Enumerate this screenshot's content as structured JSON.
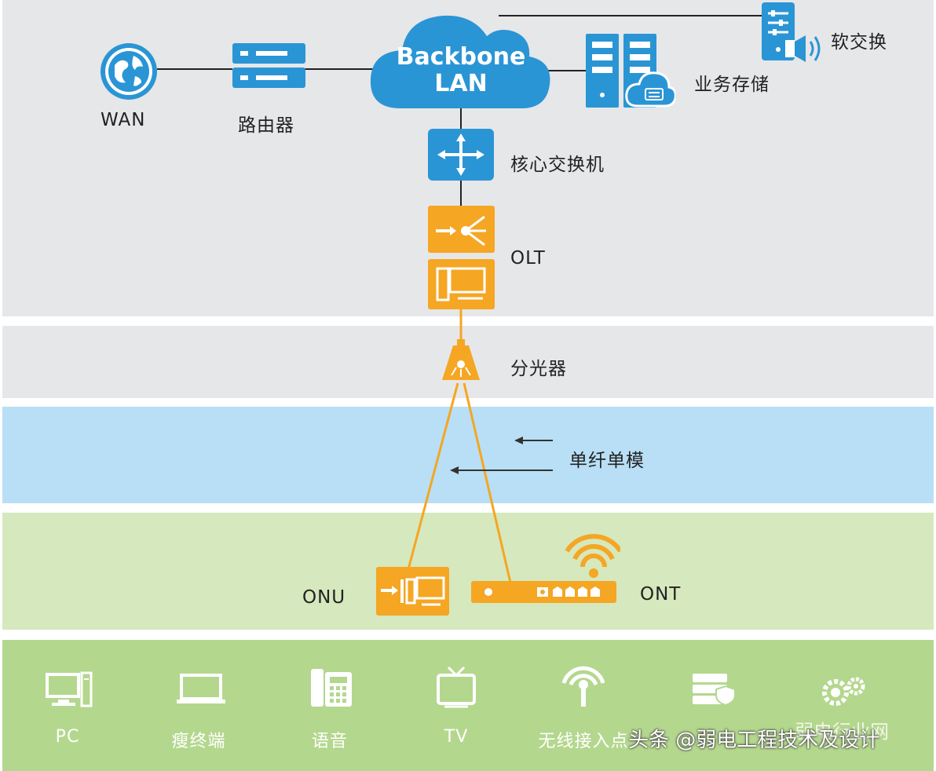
{
  "cloud": {
    "line1": "Backbone",
    "line2": "LAN"
  },
  "labels": {
    "wan": "WAN",
    "router": "路由器",
    "softswitch": "软交换",
    "storage": "业务存储",
    "core_switch": "核心交换机",
    "olt": "OLT",
    "splitter": "分光器",
    "fiber": "单纤单模",
    "onu": "ONU",
    "ont": "ONT"
  },
  "devices": [
    {
      "icon": "pc-icon",
      "label": "PC"
    },
    {
      "icon": "thin-client-icon",
      "label": "瘦终端"
    },
    {
      "icon": "phone-icon",
      "label": "语音"
    },
    {
      "icon": "tv-icon",
      "label": "TV"
    },
    {
      "icon": "wireless-ap-icon",
      "label": "无线接入点"
    },
    {
      "icon": "security-storage-icon",
      "label": ""
    },
    {
      "icon": "gears-icon",
      "label": ""
    }
  ],
  "watermark": {
    "text": "头条 @弱电工程技术及设计",
    "faded": "弱电行业网"
  },
  "colors": {
    "blue": "#2a95d5",
    "orange": "#f5a623",
    "band_gray": "#e6e7e9",
    "band_blue": "#b8dff6",
    "band_lightgreen": "#d6e8bd",
    "band_green": "#b4d78e"
  }
}
